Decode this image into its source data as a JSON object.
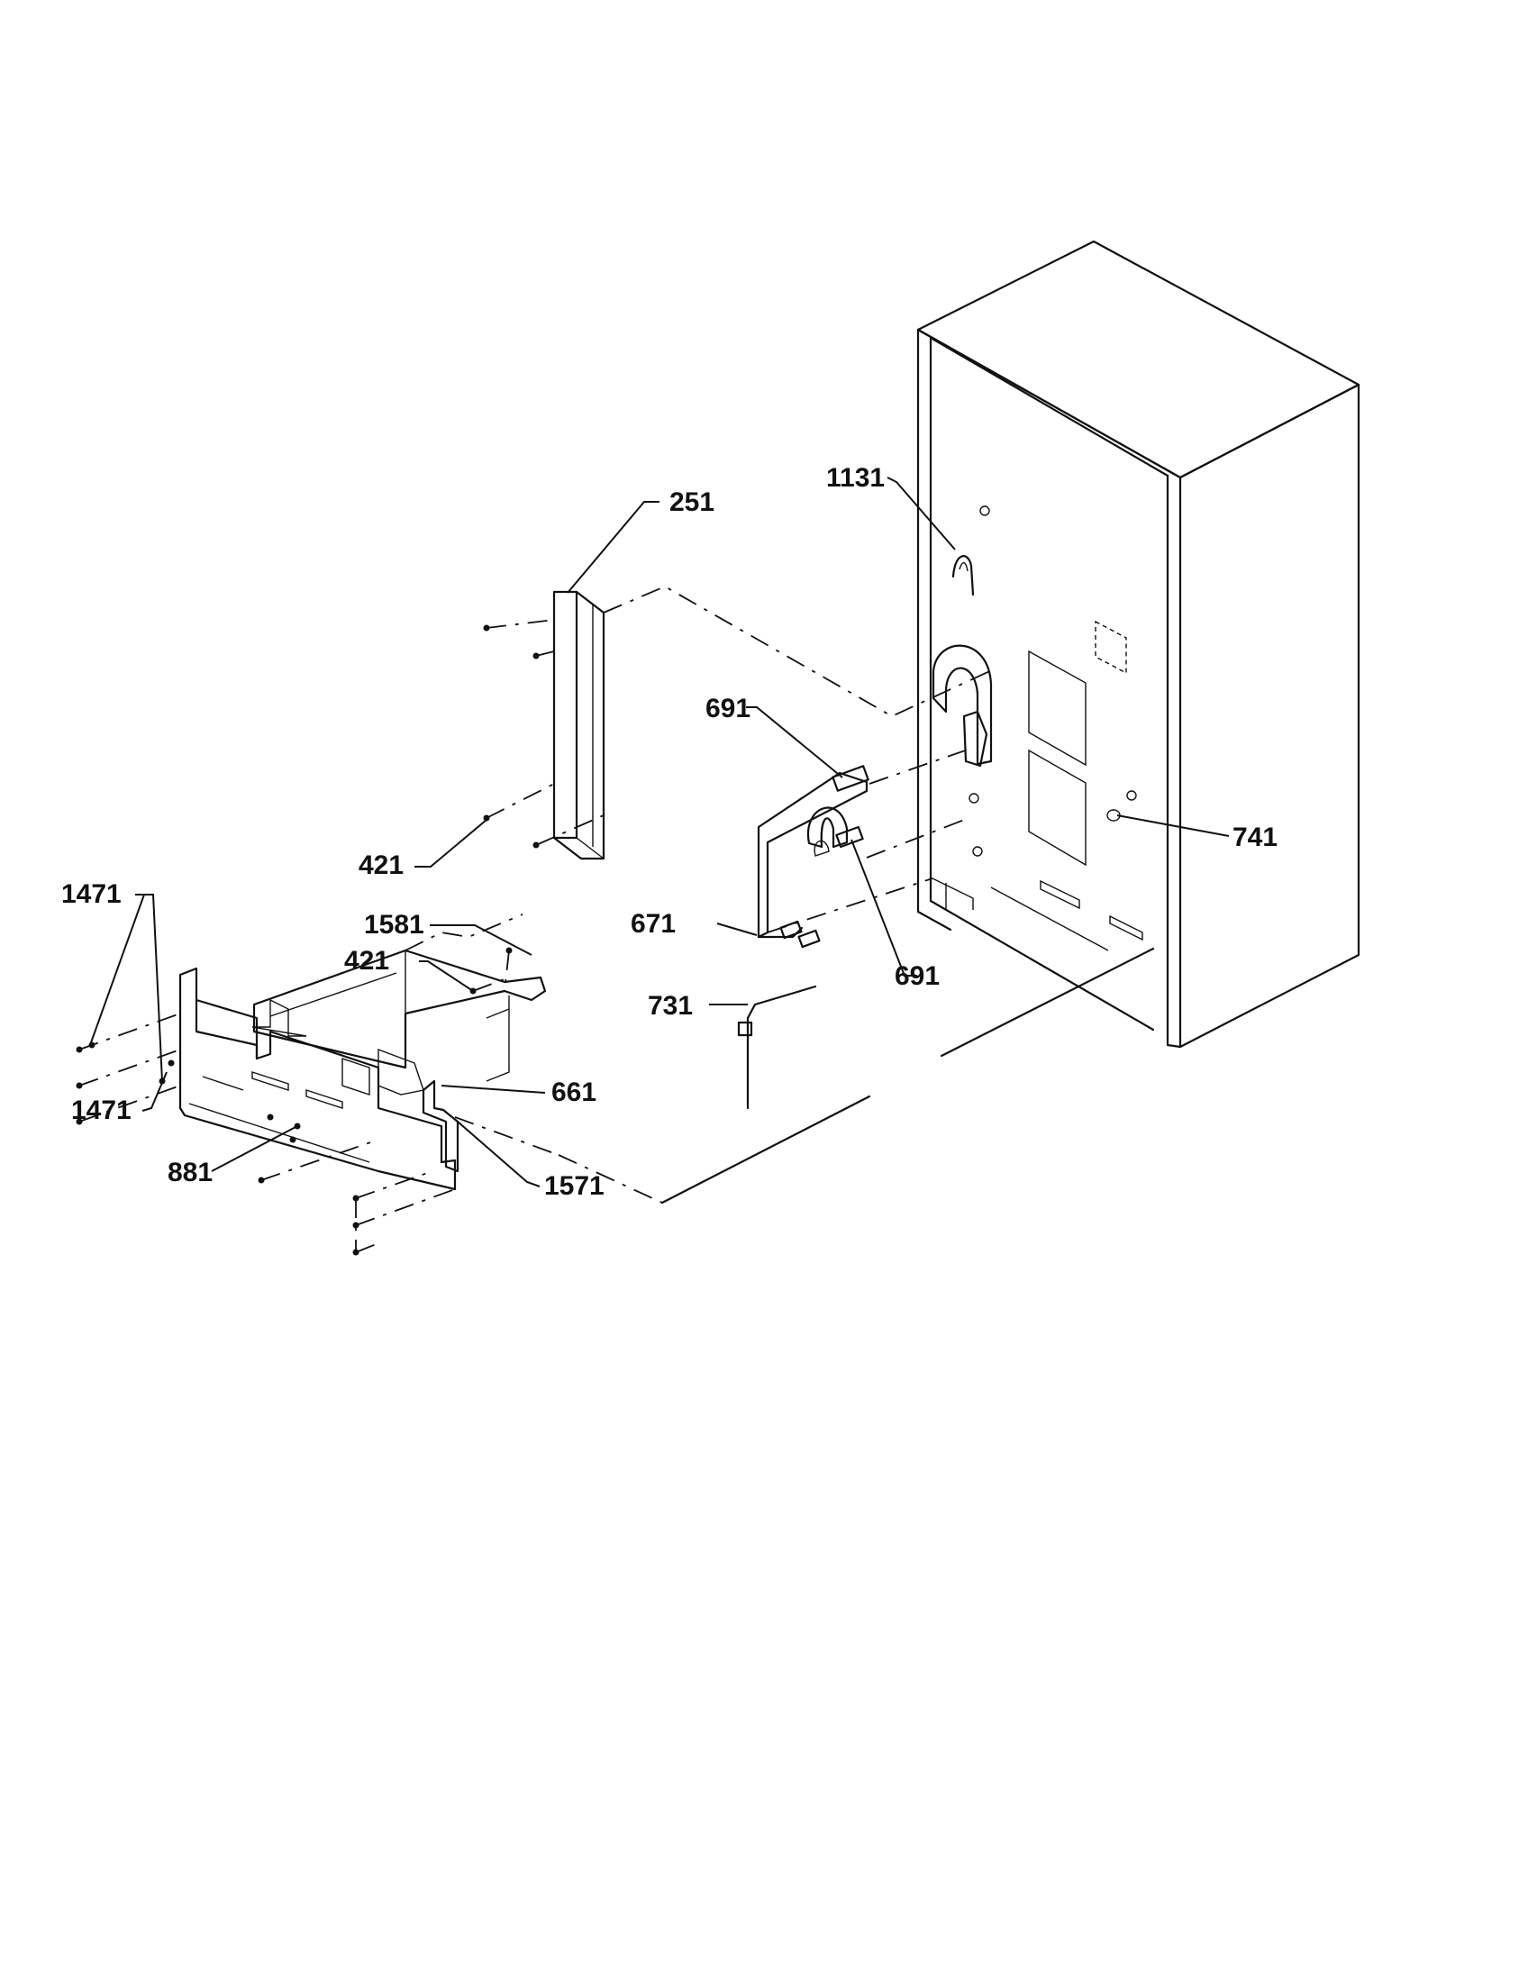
{
  "callouts": {
    "c251": "251",
    "c1131": "1131",
    "c691a": "691",
    "c691b": "691",
    "c741": "741",
    "c421a": "421",
    "c421b": "421",
    "c671": "671",
    "c731": "731",
    "c1471a": "1471",
    "c1471b": "1471",
    "c1581": "1581",
    "c661": "661",
    "c881": "881",
    "c1571": "1571"
  },
  "colors": {
    "ink": "#111111",
    "paper": "#ffffff"
  }
}
